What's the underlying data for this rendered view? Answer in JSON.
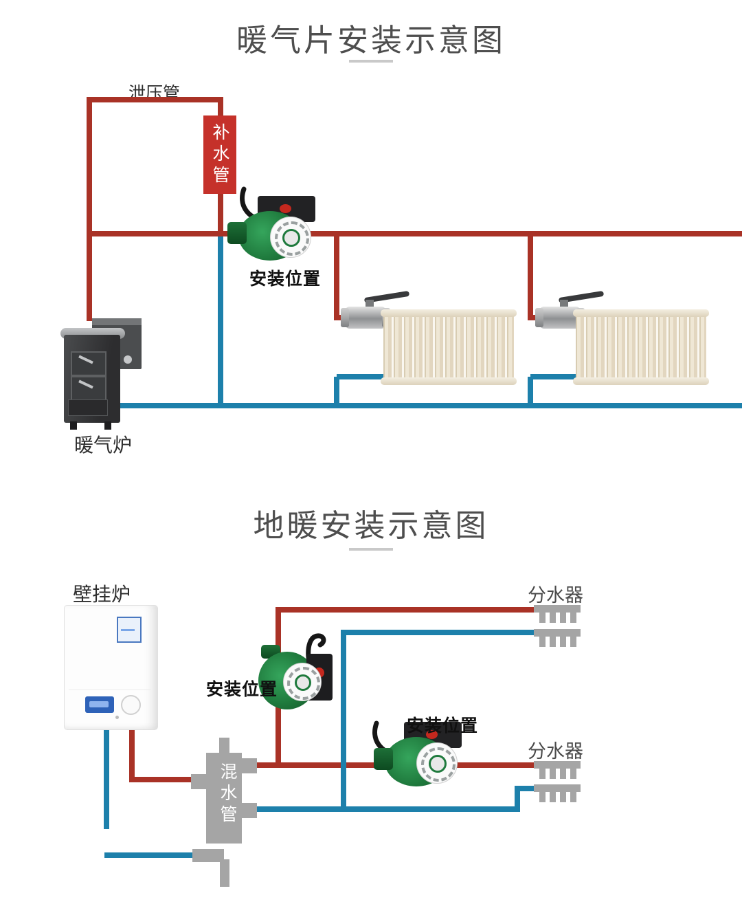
{
  "diagram1": {
    "title": "暖气片安装示意图",
    "labels": {
      "relief_pipe": "泄压管",
      "makeup_pipe": "补水管",
      "install_position": "安装位置",
      "stove": "暖气炉"
    }
  },
  "diagram2": {
    "title": "地暖安装示意图",
    "labels": {
      "wall_boiler": "壁挂炉",
      "install_position_1": "安装位置",
      "install_position_2": "安装位置",
      "manifold_top": "分水器",
      "manifold_bottom": "分水器",
      "mixing_pipe": "混水管"
    }
  },
  "colors": {
    "hot_pipe": "#a93226",
    "return_pipe": "#1d80ab",
    "makeup_box": "#c5312a",
    "fitting_gray": "#a5a5a5",
    "pump_green": "#1f7a3d"
  }
}
